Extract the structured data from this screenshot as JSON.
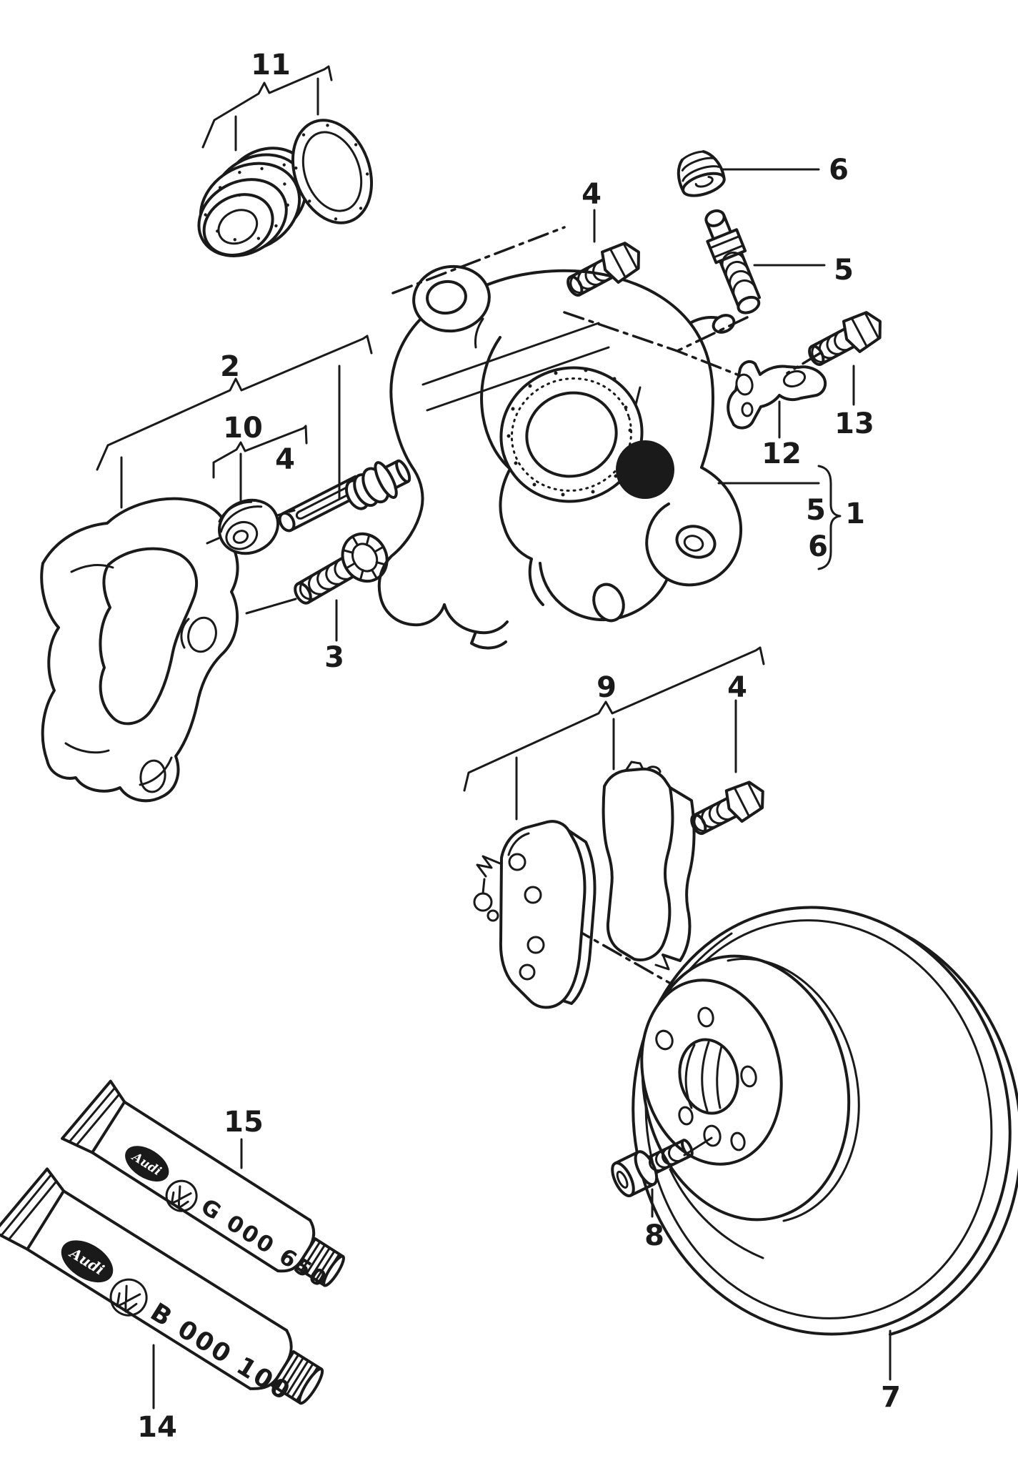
{
  "diagram": {
    "background": "#ffffff",
    "line_color": "#1a1a1a"
  },
  "callouts": {
    "c1": "1",
    "c2": "2",
    "c3": "3",
    "c4_top": "4",
    "c4_pin": "4",
    "c4_pads": "4",
    "c5_valve": "5",
    "c5_repair": "5",
    "c6_cap": "6",
    "c6_repair": "6",
    "c7": "7",
    "c8": "8",
    "c9": "9",
    "c10": "10",
    "c11": "11",
    "c12": "12",
    "c13": "13",
    "c14": "14",
    "c15": "15"
  },
  "tubes": {
    "top": {
      "callout": "15",
      "brand": "Audi",
      "code": "G 000 650"
    },
    "bottom": {
      "callout": "14",
      "brand": "Audi",
      "code": "B 000 100"
    }
  }
}
